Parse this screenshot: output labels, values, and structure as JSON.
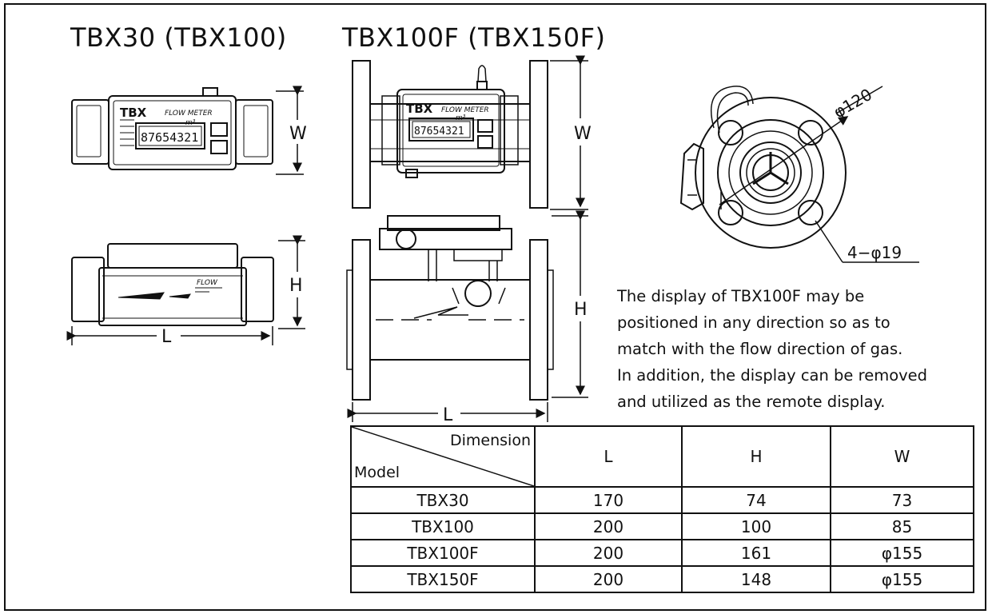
{
  "titles": {
    "left": "TBX30 (TBX100)",
    "right": "TBX100F (TBX150F)"
  },
  "labels": {
    "w": "W",
    "h": "H",
    "l": "L",
    "diameter": "φ120",
    "holes": "4−φ19",
    "brand": "TBX",
    "flow_meter": "FLOW METER",
    "flow": "FLOW",
    "unit": "m³",
    "display_digits": "87654321"
  },
  "note": {
    "lines": [
      "The display of TBX100F may be",
      "positioned in any direction so as to",
      "match with the flow direction of gas.",
      "In addition, the display can be removed",
      "and utilized as the remote display."
    ]
  },
  "table": {
    "corner_top": "Dimension",
    "corner_bottom": "Model",
    "columns": [
      "L",
      "H",
      "W"
    ],
    "rows": [
      {
        "model": "TBX30",
        "L": "170",
        "H": "74",
        "W": "73"
      },
      {
        "model": "TBX100",
        "L": "200",
        "H": "100",
        "W": "85"
      },
      {
        "model": "TBX100F",
        "L": "200",
        "H": "161",
        "W": "φ155"
      },
      {
        "model": "TBX150F",
        "L": "200",
        "H": "148",
        "W": "φ155"
      }
    ]
  }
}
